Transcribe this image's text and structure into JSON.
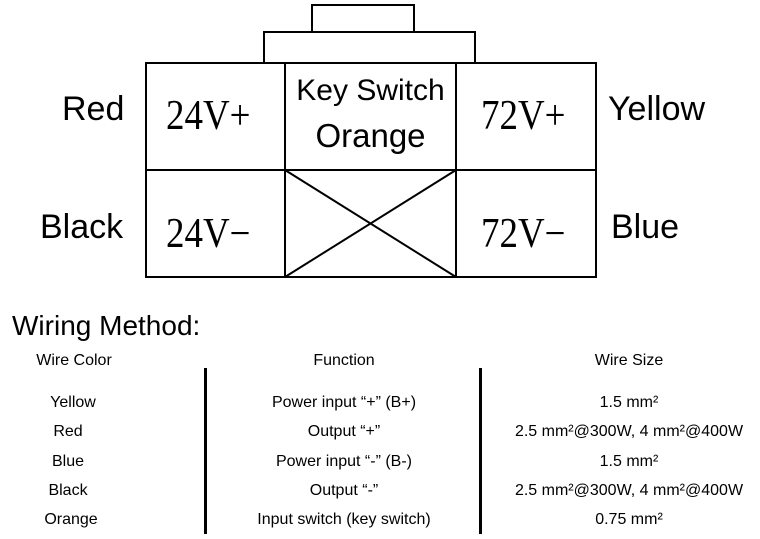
{
  "connector": {
    "wire_labels": {
      "top_left": "Red",
      "bottom_left": "Black",
      "top_right": "Yellow",
      "bottom_right": "Blue"
    },
    "terminals": {
      "top_left": "24V+",
      "bottom_left": "24V−",
      "top_right": "72V+",
      "bottom_right": "72V−",
      "top_middle_line1": "Key Switch",
      "top_middle_line2": "Orange"
    }
  },
  "wiring": {
    "heading": "Wiring Method:",
    "headers": [
      "Wire Color",
      "Function",
      "Wire Size"
    ],
    "rows": [
      {
        "color": "Yellow",
        "function": "Power input “+” (B+)",
        "size": "1.5 mm²"
      },
      {
        "color": "Red",
        "function": "Output “+”",
        "size": "2.5 mm²@300W, 4 mm²@400W"
      },
      {
        "color": "Blue",
        "function": "Power input “-” (B-)",
        "size": "1.5 mm²"
      },
      {
        "color": "Black",
        "function": "Output “-”",
        "size": "2.5 mm²@300W, 4 mm²@400W"
      },
      {
        "color": "Orange",
        "function": "Input switch (key switch)",
        "size": "0.75 mm²"
      }
    ]
  }
}
